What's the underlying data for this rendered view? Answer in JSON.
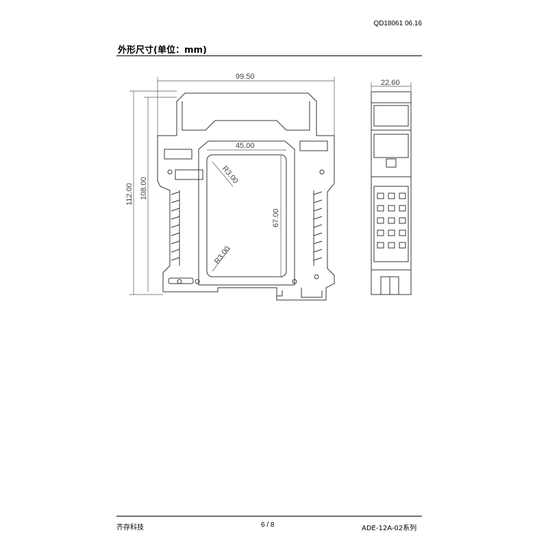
{
  "header": {
    "doc_code": "QD18061 06.16"
  },
  "section": {
    "title": "外形尺寸(单位：mm)"
  },
  "drawing": {
    "front_view": {
      "width": "99.50",
      "total_height": "112.00",
      "body_height": "108.00",
      "window_width": "45.00",
      "window_height": "67.00",
      "radius_top": "R3.00",
      "radius_bottom": "R3.00"
    },
    "side_view": {
      "width": "22.60"
    }
  },
  "footer": {
    "company": "齐存科技",
    "page": "6  /  8",
    "series": "ADE-12A-02系列"
  }
}
